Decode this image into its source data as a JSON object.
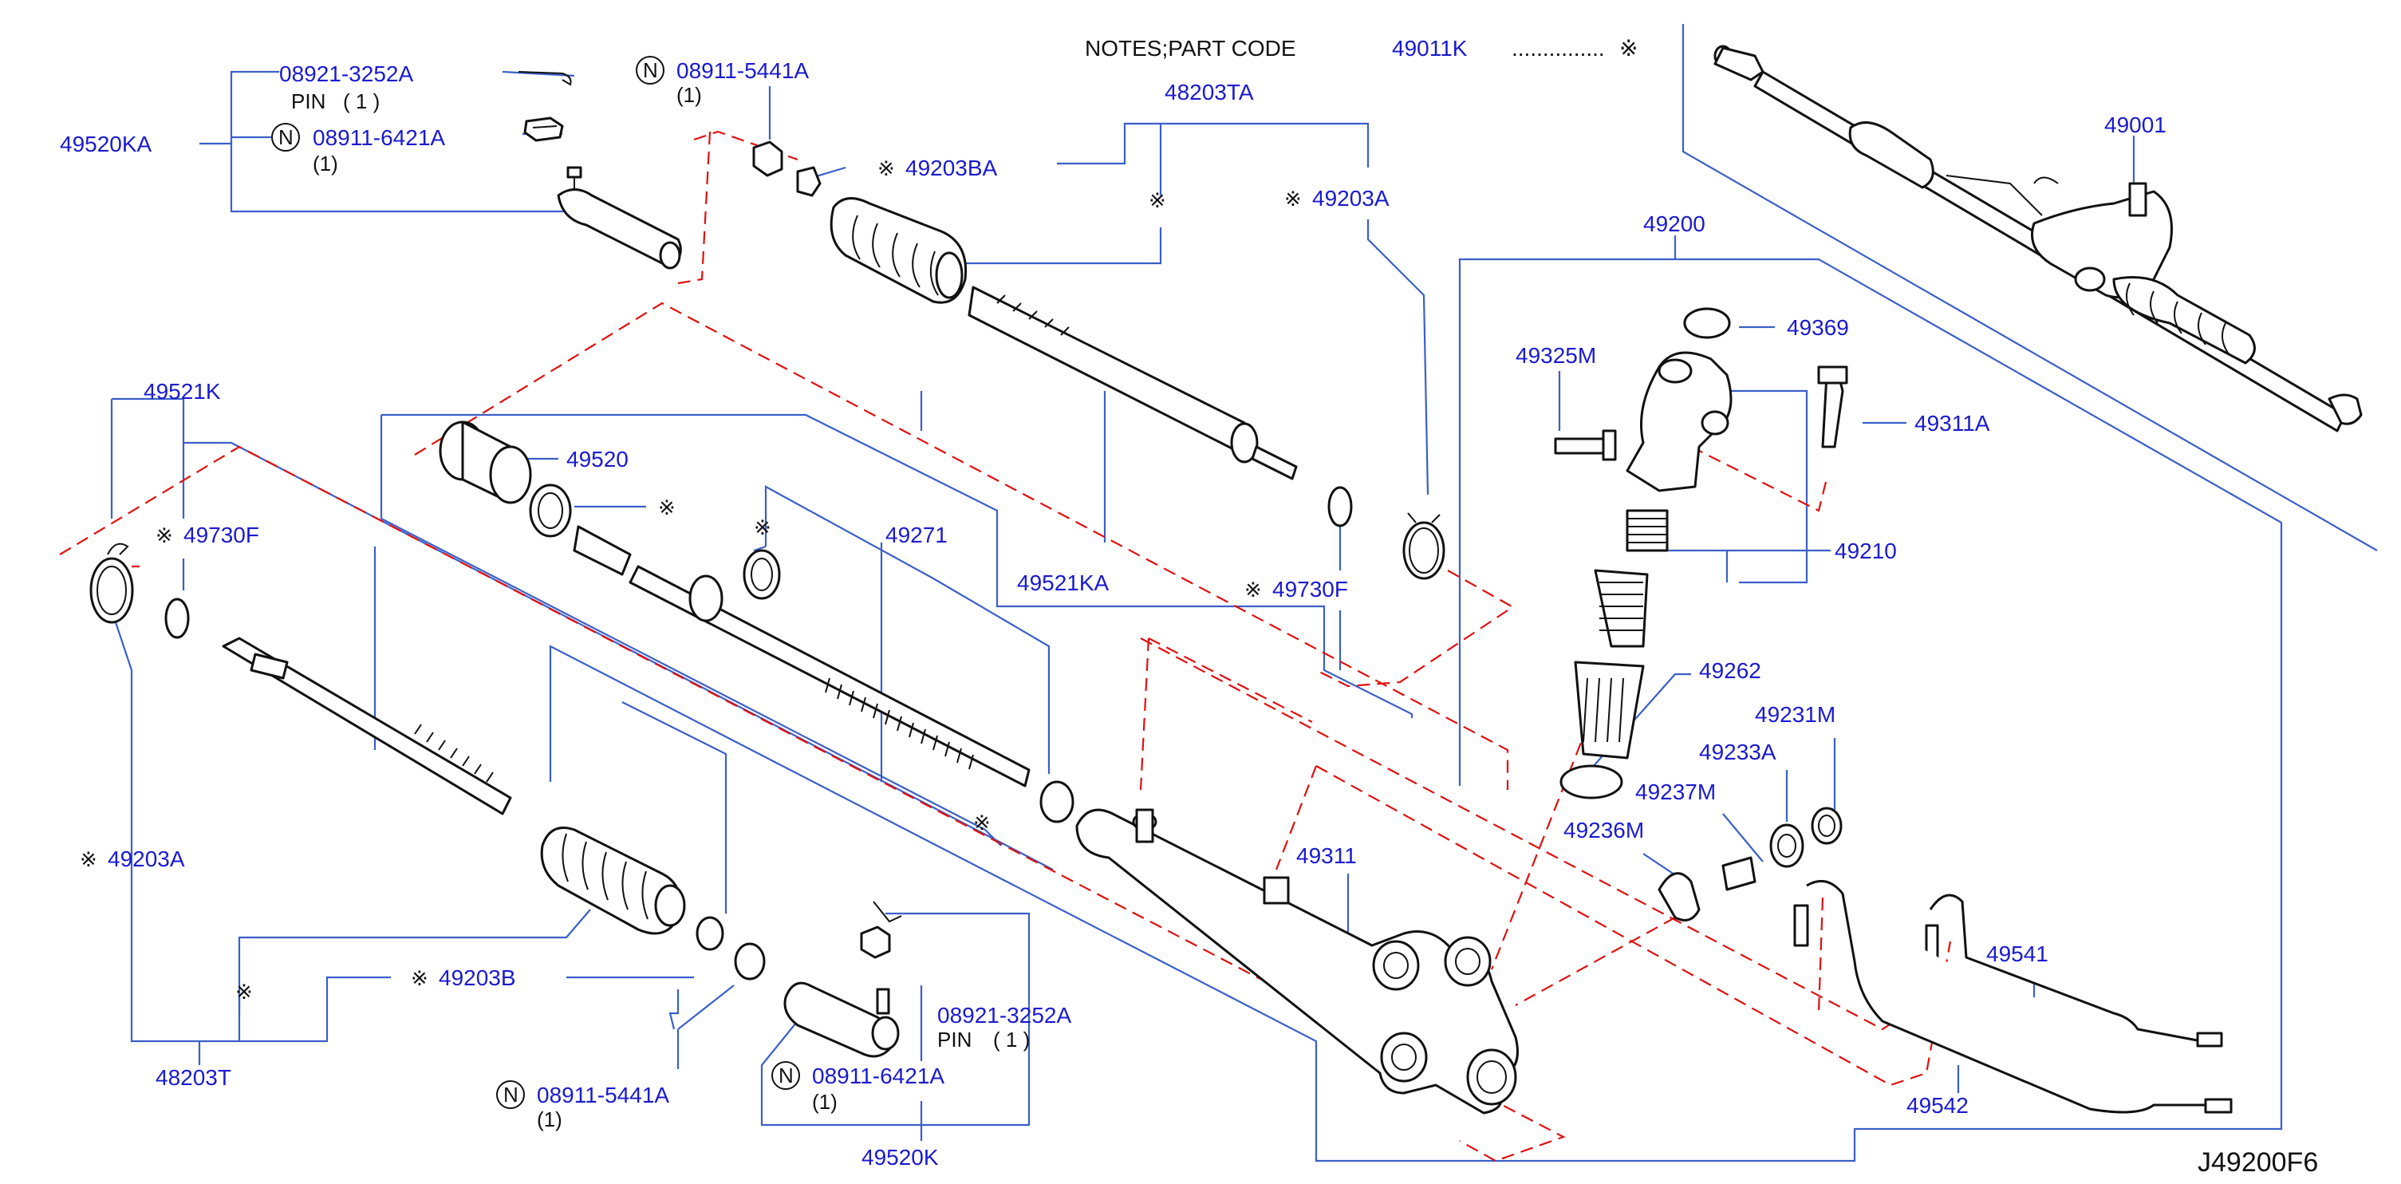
{
  "diagram_code": "J49200F6",
  "notes": {
    "label": "NOTES;PART   CODE",
    "code": "49011K",
    "dots": "...............",
    "mark": "※"
  },
  "labels": {
    "p49001": "49001",
    "p48203TA": "48203TA",
    "p49203BA": "49203BA",
    "p49203A_top": "49203A",
    "p49200": "49200",
    "p49369": "49369",
    "p49325M": "49325M",
    "p49311A": "49311A",
    "p49210": "49210",
    "p49520KA": "49520KA",
    "p08921_top": "08921-3252A",
    "pin_top": "PIN",
    "pin_top_qty": "( 1 )",
    "p08911_6421A_top": "08911-6421A",
    "qty_6421_top": "(1)",
    "p08911_5441A_top": "08911-5441A",
    "qty_5441_top": "(1)",
    "p49520": "49520",
    "p49271": "49271",
    "p49521KA": "49521KA",
    "p49730F_right": "49730F",
    "p49521K": "49521K",
    "p49730F_left": "49730F",
    "p49262": "49262",
    "p49231M": "49231M",
    "p49233A": "49233A",
    "p49237M": "49237M",
    "p49236M": "49236M",
    "p49311": "49311",
    "p49203A_left": "49203A",
    "p49203B": "49203B",
    "p48203T": "48203T",
    "p08911_5441A_bot": "08911-5441A",
    "qty_5441_bot": "(1)",
    "p08911_6421A_bot": "08911-6421A",
    "qty_6421_bot": "(1)",
    "p08921_bot": "08921-3252A",
    "pin_bot": "PIN",
    "pin_bot_qty": "( 1 )",
    "p49520K": "49520K",
    "p49541": "49541",
    "p49542": "49542",
    "ref_mark": "※",
    "circle_n": "N"
  },
  "colors": {
    "part_number": "#1a1ad0",
    "leader_line": "#3a5fc8",
    "dashed_line": "#e01010",
    "drawing": "#111111"
  }
}
